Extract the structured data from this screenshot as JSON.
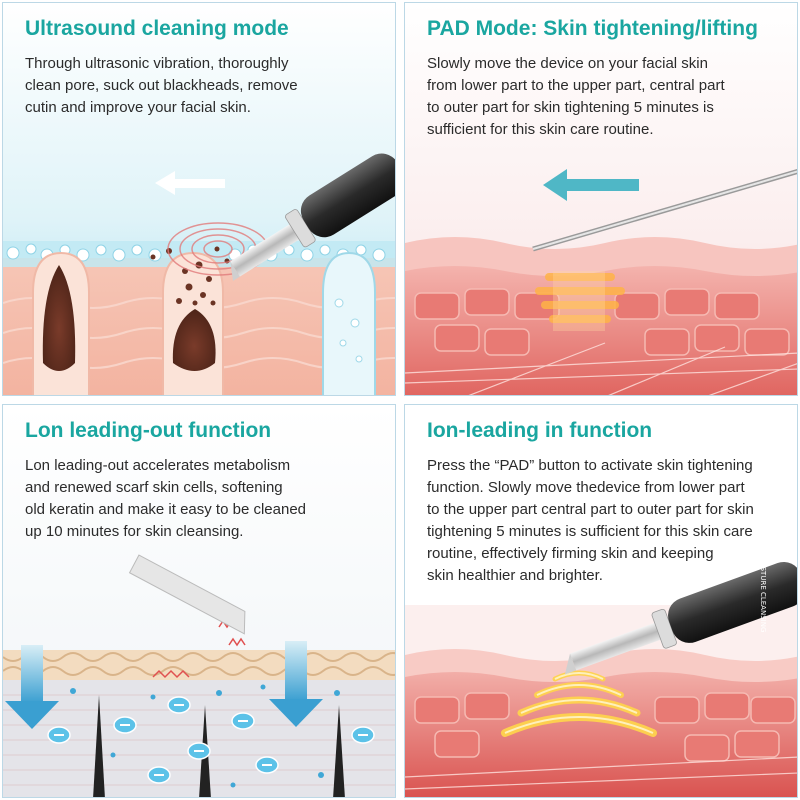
{
  "panels": [
    {
      "title": "Ultrasound cleaning mode",
      "lines": [
        "Through ultrasonic vibration, thoroughly",
        "clean pore, suck out blackheads, remove",
        "cutin and improve your facial skin."
      ]
    },
    {
      "title": "PAD Mode: Skin tightening/lifting",
      "lines": [
        "Slowly move the device on your facial skin",
        "from lower part to the upper part, central part",
        "to outer part for skin tightening 5 minutes is",
        "sufficient for this skin care routine."
      ]
    },
    {
      "title": "Lon leading-out function",
      "lines": [
        "Lon leading-out accelerates metabolism",
        "and renewed scarf skin cells, softening",
        "old keratin and make it easy to be cleaned",
        "up 10 minutes for skin cleansing."
      ]
    },
    {
      "title": "Ion-leading in function",
      "lines": [
        "Press the “PAD” button to activate skin tightening",
        "function. Slowly move thedevice from lower part",
        "to the upper part central part to outer part for skin",
        "tightening 5 minutes is sufficient for this skin care",
        "routine, effectively firming skin and keeping",
        "skin healthier and brighter."
      ]
    }
  ],
  "device_label": "MOISTURE CLEANSING",
  "colors": {
    "title": "#1aa6a0",
    "text": "#2b2b2b",
    "border": "#bcd8e6",
    "arrow_teal": "#4fb7c6",
    "skin_pink": "#f2a79f",
    "tissue_red": "#e0625e",
    "glow_orange": "#ffb347"
  },
  "icons": [
    "left-arrow-icon",
    "down-arrow-icon",
    "ultrasonic-device-icon",
    "minus-ion-icon"
  ]
}
